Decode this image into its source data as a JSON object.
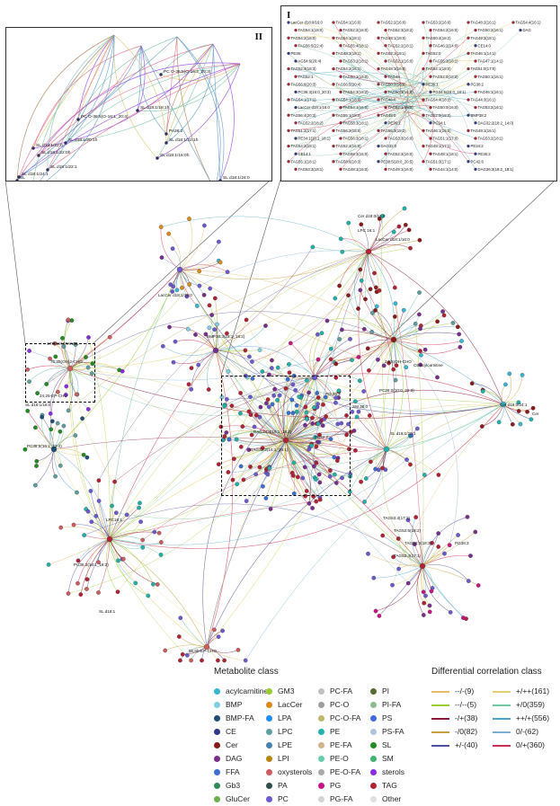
{
  "inset_I_title": "I",
  "inset_II_title": "II",
  "inset_II_labels": [
    {
      "id": "pc1",
      "text": "PC O-36:5(O-16:2_20:3)"
    },
    {
      "id": "pc2",
      "text": "PC O-36:5(O-16:1_20:4)"
    },
    {
      "id": "pa",
      "text": "PA36:2"
    },
    {
      "id": "sl1",
      "text": "SL d18:1/18:1h"
    },
    {
      "id": "sl2",
      "text": "SL d18:1/20:1h"
    },
    {
      "id": "sl3",
      "text": "SL d18:1/22:0"
    },
    {
      "id": "sl4",
      "text": "SL d18:1/22:1h"
    },
    {
      "id": "sl5",
      "text": "SL d18:1/22:0h"
    },
    {
      "id": "sl6",
      "text": "SL d18:1/18:0h"
    },
    {
      "id": "sl7",
      "text": "SL d18:1/24:1"
    },
    {
      "id": "sl8",
      "text": "SL d18:1/22:1"
    },
    {
      "id": "sl9",
      "text": "SL"
    },
    {
      "id": "sl10",
      "text": "SL d18:1/20:0h"
    },
    {
      "id": "sl11",
      "text": "SL d18:1/24:0"
    },
    {
      "id": "stig",
      "text": "STIGMASTANOL"
    }
  ],
  "inset_I_labels": [
    "LacCer d18:0/16:0",
    "TAG54:1(18:0)",
    "TAG54:2(18:0)",
    "TAG56:5(22:4)",
    "PE36:",
    "AG54:6(20:4)",
    "TAG52:4(18:3)",
    "TAG52:1",
    "TAG56:6(20:3)",
    "PC36:3(16:0_20:3)",
    "TAG54:1(17:1)",
    "LacCer d18:1/16:0",
    "TAG56:4(20:3)",
    "TAG52:2(18:2)",
    "TAG51:2(17:1)",
    "PE34:1(16:1_18:1)",
    "TAG54:2(18:1)",
    "CE14:1",
    "TAG55:1(18:1)",
    "TAG53:3(18:1)",
    "TAG54:1(16:0)",
    "TAG52:2(16:0)",
    "TAG54:1(18:1)",
    "TAG55:4(18:1)",
    "TAG48:3(18:1)",
    "TAG53:2(18:1)",
    "TAG54:2(16:1)",
    "TAG50:1(16:0)",
    "TAG56:5(20:4)",
    "TAG54:3(18:2)",
    "TAG54:1(18:0)",
    "TAG54:1(16:0)",
    "TAG55:1(18:0)",
    "TAG58:3(18:1)",
    "TAG56:2(18:0)",
    "TAG56:3(18:1)",
    "TAG52:4(16:0)",
    "TAG58:3(16:0)",
    "TAG58:6(18:3)",
    "TAG48:1(16:0)",
    "TAG52:2(16:0)",
    "TAG52:3(18:2)",
    "TAG48:1(18:0)",
    "TAG52:2(18:1)",
    "TAG52:1(18:1)",
    "TAG52:1(16:0)",
    "TAG48:1(16:0)",
    "TAG48",
    "TAG50:2(16:0)",
    "TAG50:3(16:0)",
    "TAG46:0",
    "TAG52:1(18:0)",
    "TAG48:0",
    "PE36:1",
    "TAG56:3(18:2)",
    "TAG53:3(16:0)",
    "DAG32:0",
    "TAG52:3(16:0)",
    "PE38:5(18:0_20:5)",
    "TAG49:1(16:0)",
    "TAG53:2(16:0)",
    "TAG54:2(16:0)",
    "TAG50:4(18:2)",
    "TAG46:2(14:0)",
    "TAG52:0",
    "TAG55:3(18:1)",
    "TAG54:1(18:0)",
    "TAG52:0(18:0)",
    "PE36:1",
    "PG34:1(16:0_18:1)",
    "TAG54:4(18:2)",
    "TAG50:0(16:0)",
    "TAG52:0(18:0)",
    "PC34:1",
    "TAG46:1(16:0)",
    "TAG51:1(17:0)",
    "TAG48:1(17:1)",
    "TAG48:1(18:1)",
    "TAG51:3(17:1)",
    "TAG44:1(14:0)",
    "TAG48:2(16:1)",
    "TAG50:2(16:1)",
    "TAG49:3(18:1)",
    "CE14:0",
    "TAG46:1(14:1)",
    "TAG47:1(14:1)",
    "TAG51:0(17:0)",
    "TAG50:1(16:1)",
    "PG38:2",
    "TAG46:1(16:1)",
    "TAG44:3(16:1)",
    "TAG53:2(16:1)",
    "BMP38:2",
    "DAG32:2(18:2_14:0)",
    "TAG49:1(16:1)",
    "TAG53:2(18:1)",
    "PE34:2",
    "PE36:2",
    "PC42:6",
    "DAG36:3(18:2_18:1)",
    "TAG54:4(16:1)",
    "DAG"
  ],
  "main_labels": [
    {
      "id": "cer1",
      "text": "Cer d18:0/16:0"
    },
    {
      "id": "laccer1",
      "text": "LacCer d18:1/16:0"
    },
    {
      "id": "laccer2",
      "text": "LacCer d18:1/15:0"
    },
    {
      "id": "lpc",
      "text": "LPC 16:1"
    },
    {
      "id": "bmp",
      "text": "BMP36:3(18:1_18:2)"
    },
    {
      "id": "stig2",
      "text": "STIGMASTANOL"
    },
    {
      "id": "chol",
      "text": "7b,25(OH)2-CHO"
    },
    {
      "id": "oxy1",
      "text": "24,25-EP-CHO"
    },
    {
      "id": "sl12",
      "text": "SL d18:1/18:0"
    },
    {
      "id": "oxy2",
      "text": "24(S)OH-CHO"
    },
    {
      "id": "acyl",
      "text": "C5 acylcarnitine"
    },
    {
      "id": "cer2",
      "text": "Cer d18:0/24:1"
    },
    {
      "id": "cer3",
      "text": "Cer"
    },
    {
      "id": "pc28",
      "text": "PC28:0(10:0_22:3)"
    },
    {
      "id": "pg",
      "text": "PG 38:2"
    },
    {
      "id": "sm",
      "text": "SM 38:0"
    },
    {
      "id": "dag1",
      "text": "DAG34:3(16:1_18:2)"
    },
    {
      "id": "dag2",
      "text": "DAG32:2(16:1_16:1)"
    },
    {
      "id": "pe",
      "text": "PE32:2"
    },
    {
      "id": "pc38",
      "text": "PC38:5(16:1_22:4)"
    },
    {
      "id": "sl13",
      "text": "SL d18:1/20:1"
    },
    {
      "id": "lpc2",
      "text": "LPC18:1"
    },
    {
      "id": "pc36",
      "text": "PC36:3(18:1_18:2)"
    },
    {
      "id": "tag1",
      "text": "TAG53:4(17:2)"
    },
    {
      "id": "tag2",
      "text": "TAG52:5(18:2)"
    },
    {
      "id": "tag3",
      "text": "TAG52:5(18:3)"
    },
    {
      "id": "pg2",
      "text": "PG38:3"
    },
    {
      "id": "tag4",
      "text": "TAG52:4(17:1)"
    },
    {
      "id": "sl14",
      "text": "SL d18:1"
    },
    {
      "id": "oxy3",
      "text": "5b,6b-EP-CHO"
    }
  ],
  "legend": {
    "metabolite_title": "Metabolite class",
    "metabolite_classes": [
      {
        "label": "acylcarnitine",
        "color": "#37b6d4"
      },
      {
        "label": "BMP",
        "color": "#7fd0e3"
      },
      {
        "label": "BMP-FA",
        "color": "#1f4e79"
      },
      {
        "label": "CE",
        "color": "#2d3a8c"
      },
      {
        "label": "Cer",
        "color": "#8b1a1a"
      },
      {
        "label": "DAG",
        "color": "#7b2d8e"
      },
      {
        "label": "FFA",
        "color": "#3a6fd0"
      },
      {
        "label": "Gb3",
        "color": "#2e8b57"
      },
      {
        "label": "GluCer",
        "color": "#6ab04c"
      },
      {
        "label": "GM3",
        "color": "#9acd32"
      },
      {
        "label": "LacCer",
        "color": "#d98c1a"
      },
      {
        "label": "LPA",
        "color": "#1e90ff"
      },
      {
        "label": "LPC",
        "color": "#5f9ea0"
      },
      {
        "label": "LPE",
        "color": "#4682b4"
      },
      {
        "label": "LPI",
        "color": "#b8860b"
      },
      {
        "label": "oxysterols",
        "color": "#cd5c5c"
      },
      {
        "label": "PA",
        "color": "#2f4f4f"
      },
      {
        "label": "PC",
        "color": "#6a5acd"
      },
      {
        "label": "PC-FA",
        "color": "#c0c0c0"
      },
      {
        "label": "PC-O",
        "color": "#9e9e9e"
      },
      {
        "label": "PC-O-FA",
        "color": "#bdb76b"
      },
      {
        "label": "PE",
        "color": "#20b2aa"
      },
      {
        "label": "PE-FA",
        "color": "#d2b48c"
      },
      {
        "label": "PE-O",
        "color": "#66cdaa"
      },
      {
        "label": "PE-O-FA",
        "color": "#a9a9a9"
      },
      {
        "label": "PG",
        "color": "#c71585"
      },
      {
        "label": "PG-FA",
        "color": "#d3d3d3"
      },
      {
        "label": "PI",
        "color": "#556b2f"
      },
      {
        "label": "PI-FA",
        "color": "#8fbc8f"
      },
      {
        "label": "PS",
        "color": "#4169e1"
      },
      {
        "label": "PS-FA",
        "color": "#b0c4de"
      },
      {
        "label": "SL",
        "color": "#228b22"
      },
      {
        "label": "SM",
        "color": "#3cb371"
      },
      {
        "label": "sterols",
        "color": "#8a2be2"
      },
      {
        "label": "TAG",
        "color": "#b22234"
      },
      {
        "label": "Other",
        "color": "#e0e0e0"
      }
    ],
    "correlation_title": "Differential correlation class",
    "correlation_classes": [
      {
        "label": "--/-(9)",
        "color": "#e8b96a"
      },
      {
        "label": "--/--(5)",
        "color": "#9acd32"
      },
      {
        "label": "-/+(38)",
        "color": "#8b1a3a"
      },
      {
        "label": "-/0(82)",
        "color": "#c8a040"
      },
      {
        "label": "+/-(40)",
        "color": "#5050a0"
      },
      {
        "label": "+/++(161)",
        "color": "#e6d070"
      },
      {
        "label": "+/0(359)",
        "color": "#70c8a0"
      },
      {
        "label": "++/+(556)",
        "color": "#4aa8c8"
      },
      {
        "label": "0/-(62)",
        "color": "#7ab0d8"
      },
      {
        "label": "0/+(360)",
        "color": "#d03050"
      }
    ]
  }
}
